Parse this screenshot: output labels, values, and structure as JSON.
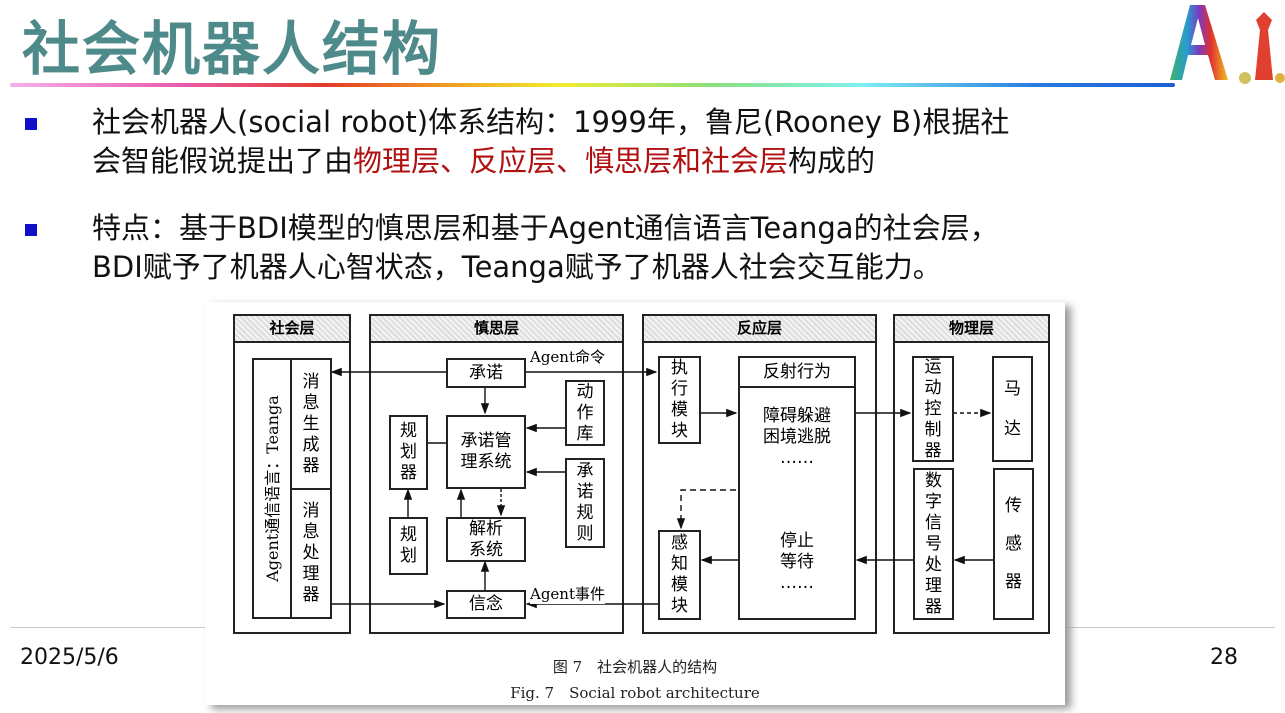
{
  "slide": {
    "title": "社会机器人结构",
    "logo_text": "A.I.",
    "bullets": [
      {
        "line1": "社会机器人(social robot)体系结构：1999年，鲁尼(Rooney B)根据社",
        "line2_pre": "会智能假说提出了由",
        "line2_red": "物理层、反应层、慎思层和社会层",
        "line2_post": "构成的"
      },
      {
        "line1": "特点：基于BDI模型的慎思层和基于Agent通信语言Teanga的社会层，",
        "line2": "BDI赋予了机器人心智状态，Teanga赋予了机器人社会交互能力。"
      }
    ],
    "date": "2025/5/6",
    "page_number": "28",
    "accent_color": "#4f8a8b",
    "bullet_color": "#1010c8",
    "highlight_color": "#b01010"
  },
  "figure": {
    "layers": {
      "social": {
        "title": "社会层",
        "agent_lang": "Agent通信语言：Teanga",
        "msg_gen": "消息生成器",
        "msg_proc": "消息处理器"
      },
      "deliberative": {
        "title": "慎思层",
        "commitment": "承诺",
        "commit_mgmt": "承诺管理系统",
        "planner": "规划器",
        "plan": "规划",
        "parser": "解析系统",
        "belief": "信念",
        "action_lib": "动作库",
        "commit_rules": "承诺规则",
        "agent_cmd": "Agent命令",
        "agent_event": "Agent事件"
      },
      "reactive": {
        "title": "反应层",
        "exec": "执行模块",
        "reflex": "反射行为",
        "obstacle": "障碍躲避",
        "escape": "困境逃脱",
        "dots1": "……",
        "stop": "停止",
        "wait": "等待",
        "dots2": "……",
        "perception": "感知模块"
      },
      "physical": {
        "title": "物理层",
        "motion_ctrl": "运动控制器",
        "motor": "马达",
        "dsp": "数字信号处理器",
        "sensor": "传感器"
      }
    },
    "caption_cn": "图 7　社会机器人的结构",
    "caption_en": "Fig. 7　Social robot architecture"
  }
}
